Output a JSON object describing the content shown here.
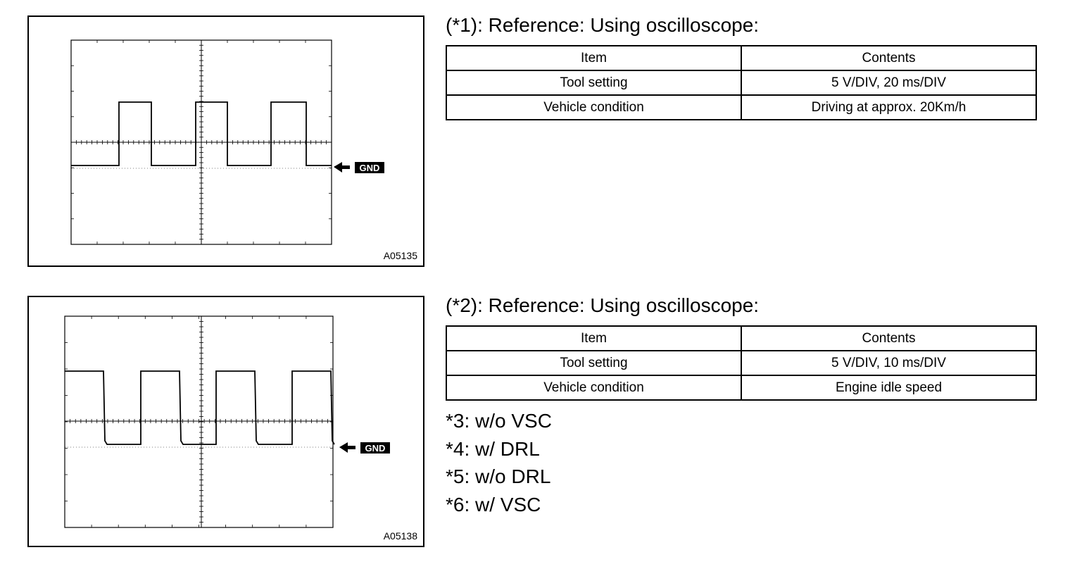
{
  "figures": [
    {
      "code": "A05135",
      "gnd_label": "GND",
      "waveform": {
        "volts_per_div": 5,
        "ms_per_div": 20,
        "low_div": -1,
        "high_div": 2
      }
    },
    {
      "code": "A05138",
      "gnd_label": "GND",
      "waveform": {
        "volts_per_div": 5,
        "ms_per_div": 10,
        "low_div": -1,
        "high_div": 2
      }
    }
  ],
  "references": [
    {
      "heading": "(*1): Reference: Using oscilloscope:",
      "headers": [
        "Item",
        "Contents"
      ],
      "rows": [
        [
          "Tool setting",
          "5 V/DIV, 20 ms/DIV"
        ],
        [
          "Vehicle condition",
          "Driving at approx. 20Km/h"
        ]
      ]
    },
    {
      "heading": "(*2): Reference: Using oscilloscope:",
      "headers": [
        "Item",
        "Contents"
      ],
      "rows": [
        [
          "Tool setting",
          "5 V/DIV, 10 ms/DIV"
        ],
        [
          "Vehicle condition",
          "Engine idle speed"
        ]
      ]
    }
  ],
  "notes": [
    "*3: w/o VSC",
    "*4: w/ DRL",
    "*5: w/o DRL",
    "*6: w/ VSC"
  ]
}
